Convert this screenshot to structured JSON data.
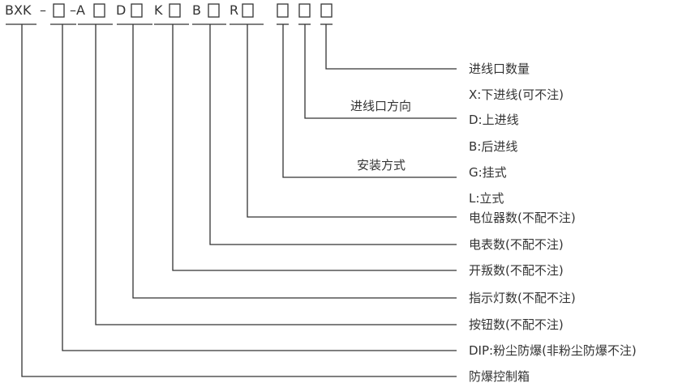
{
  "header": {
    "prefix": "BXK",
    "dash1": "–",
    "dash2": "–A",
    "letter_d": "D",
    "letter_k": "K",
    "letter_b": "B",
    "letter_r": "R"
  },
  "groups": {
    "direction": "进线口方向",
    "mounting": "安装方式"
  },
  "labels": {
    "inlet_count": "进线口数量",
    "dir_x": "X:下进线(可不注)",
    "dir_d": "D:上进线",
    "dir_b": "B:后进线",
    "mount_g": "G:挂式",
    "mount_l": "L:立式",
    "potentiometer": "电位器数(不配不注)",
    "meter": "电表数(不配不注)",
    "switch": "开叛数(不配不注)",
    "indicator": "指示灯数(不配不注)",
    "button": "按钮数(不配不注)",
    "dip": "DIP:粉尘防爆(非粉尘防爆不注)",
    "box": "防爆控制箱"
  },
  "colors": {
    "line": "#333333",
    "text": "#333333",
    "background": "#ffffff"
  }
}
